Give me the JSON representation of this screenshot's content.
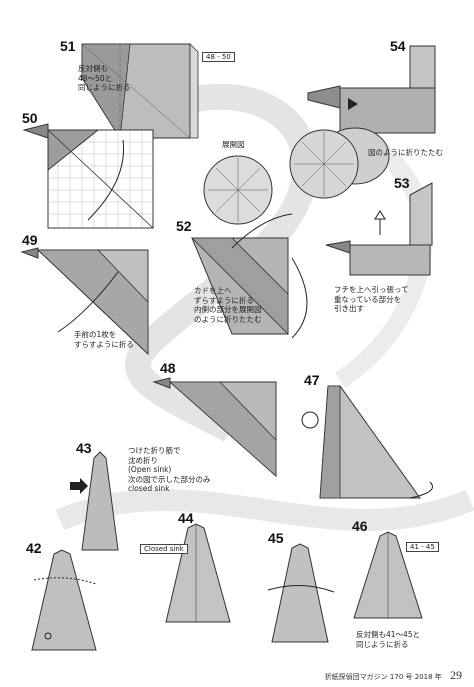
{
  "steps": [
    {
      "num": "51",
      "note": "反対側も\n48～50と\n同じように折る",
      "ref": "48 - 50"
    },
    {
      "num": "54",
      "note": "図のように折りたたむ"
    },
    {
      "num": "50"
    },
    {
      "num": "展開図"
    },
    {
      "num": "53",
      "note": "フチを上へ引っ張って\n重なっている部分を\n引き出す"
    },
    {
      "num": "49",
      "note": "手前の1枚を\nすらすように折る"
    },
    {
      "num": "52",
      "note": "カドを上へ\nずらすように折る\n内側の部分を展開図\nのように折りたたむ"
    },
    {
      "num": "48"
    },
    {
      "num": "47"
    },
    {
      "num": "43",
      "note": "つけた折り筋で\n沈め折り\n(Open sink)\n次の図で示した部分のみ\nclosed sink"
    },
    {
      "num": "44",
      "ref": "Closed sink"
    },
    {
      "num": "42"
    },
    {
      "num": "45"
    },
    {
      "num": "46",
      "note": "反対側も41～45と\n同じように折る",
      "ref": "41 - 45"
    }
  ],
  "footer": {
    "magazine": "折紙探偵団マガジン 170 号 2018 年",
    "page": "29"
  }
}
